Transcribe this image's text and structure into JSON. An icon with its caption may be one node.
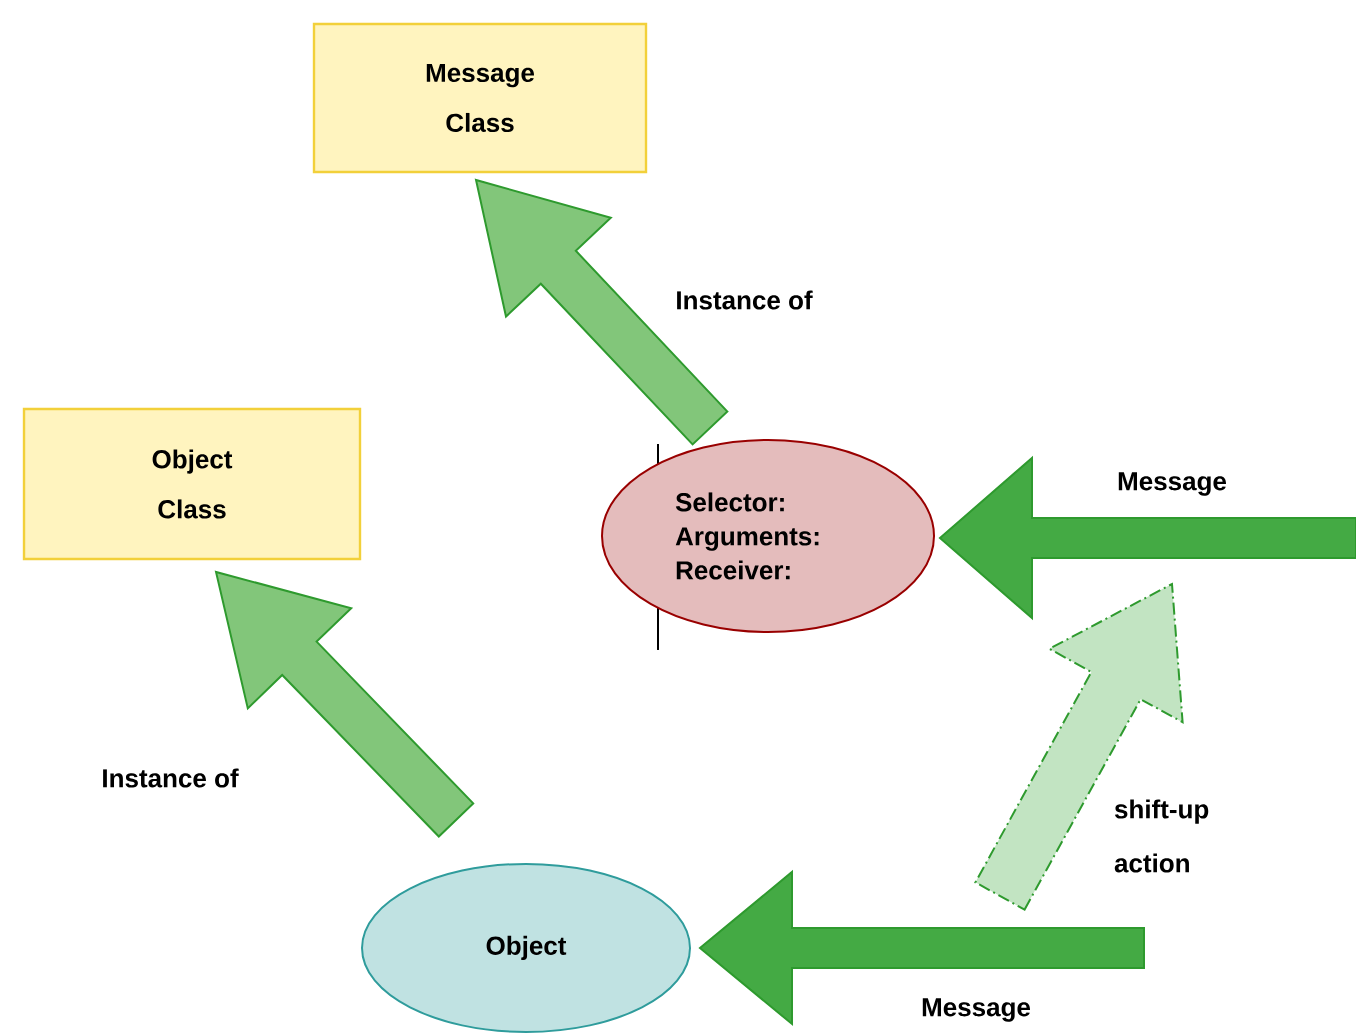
{
  "diagram": {
    "nodes": [
      {
        "text": [
          "Message Class"
        ]
      },
      {
        "text": [
          "Object Class"
        ]
      },
      {
        "text": [
          "Selector:",
          "Arguments:",
          "Receiver:"
        ]
      },
      {
        "text": [
          "Object"
        ]
      }
    ],
    "edges": [
      {
        "from": 2,
        "to": 0,
        "arrow": "to",
        "label": "Instance of",
        "color": "#82c67a"
      },
      {
        "from": 3,
        "to": 1,
        "arrow": "to",
        "label": "Instance of",
        "color": "#82c67a"
      },
      {
        "from": null,
        "to": 2,
        "arrow": "to",
        "label": "Message",
        "color": "#44aa44"
      },
      {
        "from": null,
        "to": 3,
        "arrow": "to",
        "label": "Message",
        "color": "#44aa44"
      }
    ],
    "labels": [
      "shift-up action"
    ]
  }
}
